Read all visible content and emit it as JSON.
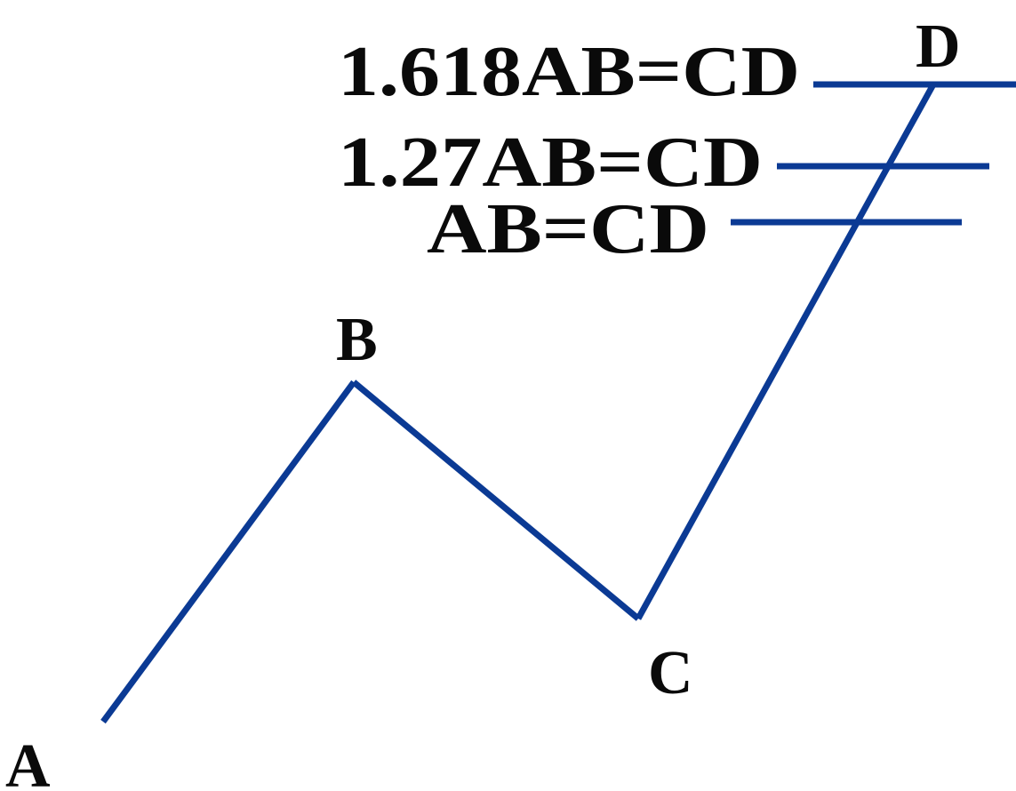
{
  "diagram": {
    "line_color": "#0b3a94",
    "text_color": "#0a0a0a",
    "points": {
      "a": "A",
      "b": "B",
      "c": "C",
      "d": "D"
    },
    "levels": {
      "ext_1618": "1.618AB=CD",
      "ext_127": "1.27AB=CD",
      "ext_100": "AB=CD"
    }
  }
}
